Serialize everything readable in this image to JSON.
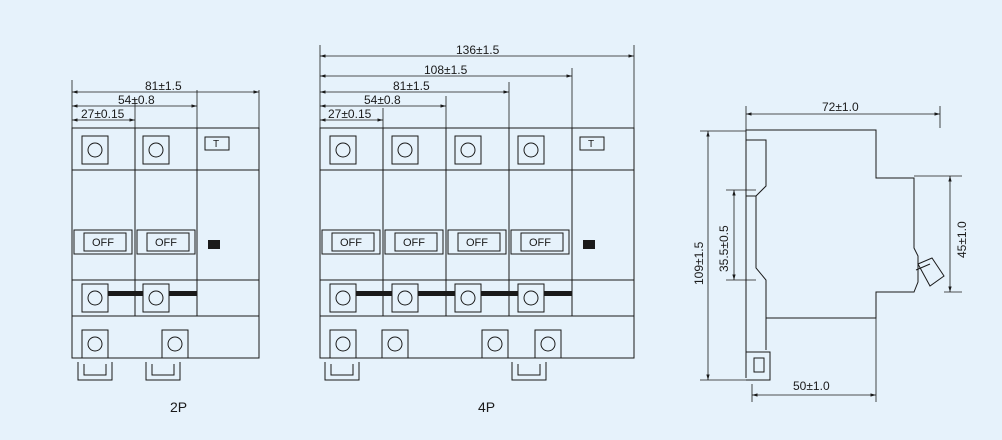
{
  "diagram": {
    "dims_2p": [
      "81±1.5",
      "54±0.8",
      "27±0.15"
    ],
    "dims_4p": [
      "136±1.5",
      "108±1.5",
      "81±1.5",
      "54±0.8",
      "27±0.15"
    ],
    "dims_side": {
      "top": "72±1.0",
      "bottom": "50±1.0",
      "height_total": "109±1.5",
      "height_mid": "35.5±0.5",
      "height_right": "45±1.0"
    },
    "switch_label": "OFF",
    "test_label": "T",
    "caption_2p": "2P",
    "caption_4p": "4P"
  }
}
